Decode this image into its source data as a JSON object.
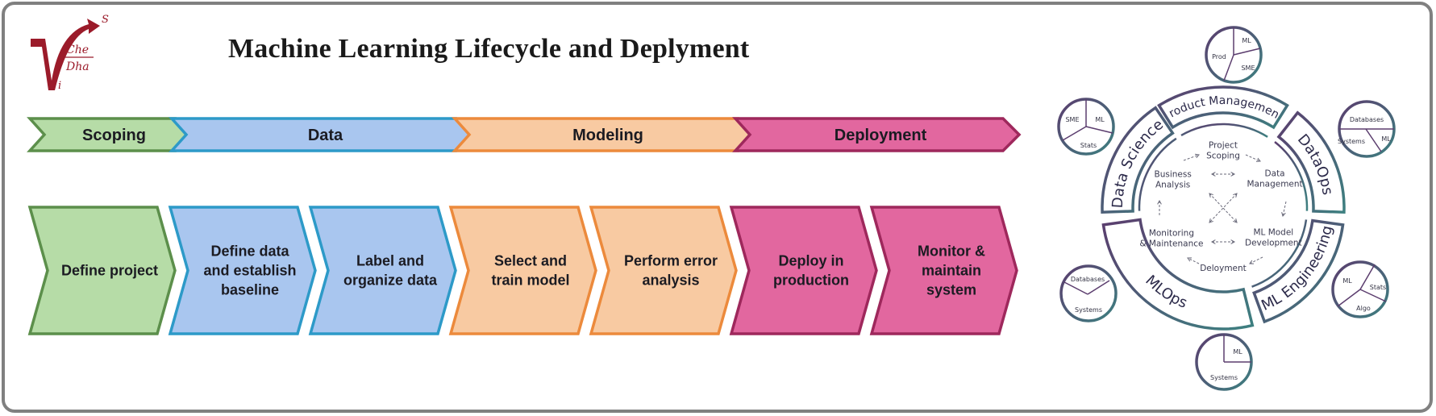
{
  "title": "Machine Learning Lifecycle and Deplyment",
  "logo": {
    "letters": [
      "S",
      "Che",
      "Dha",
      "i"
    ],
    "color": "#9b1b2a"
  },
  "stages": [
    {
      "label": "Scoping",
      "fill": "#b6dca7",
      "stroke": "#5c8f4b"
    },
    {
      "label": "Data",
      "fill": "#a9c6ef",
      "stroke": "#2d9ac8"
    },
    {
      "label": "Modeling",
      "fill": "#f8caa2",
      "stroke": "#ec8a3c"
    },
    {
      "label": "Deployment",
      "fill": "#e2679f",
      "stroke": "#9e285c"
    }
  ],
  "steps": [
    {
      "lines": [
        "Define project"
      ],
      "stage": 0
    },
    {
      "lines": [
        "Define data",
        "and establish",
        "baseline"
      ],
      "stage": 1
    },
    {
      "lines": [
        "Label and",
        "organize data"
      ],
      "stage": 1
    },
    {
      "lines": [
        "Select and",
        "train model"
      ],
      "stage": 2
    },
    {
      "lines": [
        "Perform error",
        "analysis"
      ],
      "stage": 2
    },
    {
      "lines": [
        "Deploy in",
        "production"
      ],
      "stage": 3
    },
    {
      "lines": [
        "Monitor &",
        "maintain",
        "system"
      ],
      "stage": 3
    }
  ],
  "ring": {
    "colors": {
      "purple": "#5b3d6e",
      "teal": "#3d8080"
    },
    "bands": [
      {
        "label": "Product Management"
      },
      {
        "label": "DataOps"
      },
      {
        "label": "ML Engineering"
      },
      {
        "label": "MLOps"
      },
      {
        "label": "Data Science"
      }
    ],
    "inner": [
      {
        "lines": [
          "Project",
          "Scoping"
        ]
      },
      {
        "lines": [
          "Data",
          "Management"
        ]
      },
      {
        "lines": [
          "ML Model",
          "Development"
        ]
      },
      {
        "lines": [
          "Deloyment"
        ]
      },
      {
        "lines": [
          "Monitoring",
          "& Maintenance"
        ]
      },
      {
        "lines": [
          "Business",
          "Analysis"
        ]
      }
    ],
    "satellites": [
      {
        "name": "product-management-skills",
        "segments": [
          "Prod",
          "ML",
          "SME"
        ]
      },
      {
        "name": "data-science-skills",
        "segments": [
          "SME",
          "ML",
          "Stats"
        ]
      },
      {
        "name": "dataops-skills",
        "segments": [
          "Databases",
          "Systems",
          "ML"
        ]
      },
      {
        "name": "ml-engineering-skills",
        "segments": [
          "ML",
          "Stats",
          "Algo"
        ]
      },
      {
        "name": "mlops-skills-bottom",
        "segments": [
          "ML",
          "Systems"
        ]
      },
      {
        "name": "mlops-skills-left",
        "segments": [
          "Databases",
          "Systems"
        ]
      }
    ]
  }
}
